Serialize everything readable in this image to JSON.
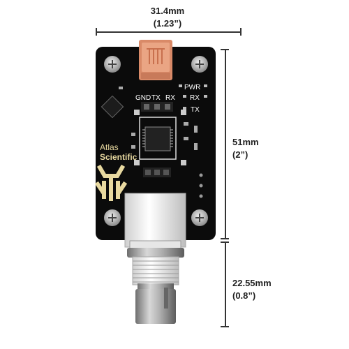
{
  "dimensions": {
    "width": {
      "mm": "31.4mm",
      "in": "(1.23”)"
    },
    "board_height": {
      "mm": "51mm",
      "in": "(2”)"
    },
    "connector_height": {
      "mm": "22.55mm",
      "in": "(0.8”)"
    }
  },
  "board": {
    "brand_line1": "Atlas",
    "brand_line2": "Scientific",
    "header_labels": [
      "GND",
      "TX",
      "RX"
    ],
    "leds": [
      "PWR",
      "RX",
      "TX"
    ]
  },
  "colors": {
    "pcb": "#0b0b0b",
    "silkscreen": "#ffffff",
    "brand_gold": "#e8d9a0",
    "usb": "#e89a78",
    "bnc_body": "#f2f2f2",
    "bnc_metal": "#a8a8a8"
  }
}
